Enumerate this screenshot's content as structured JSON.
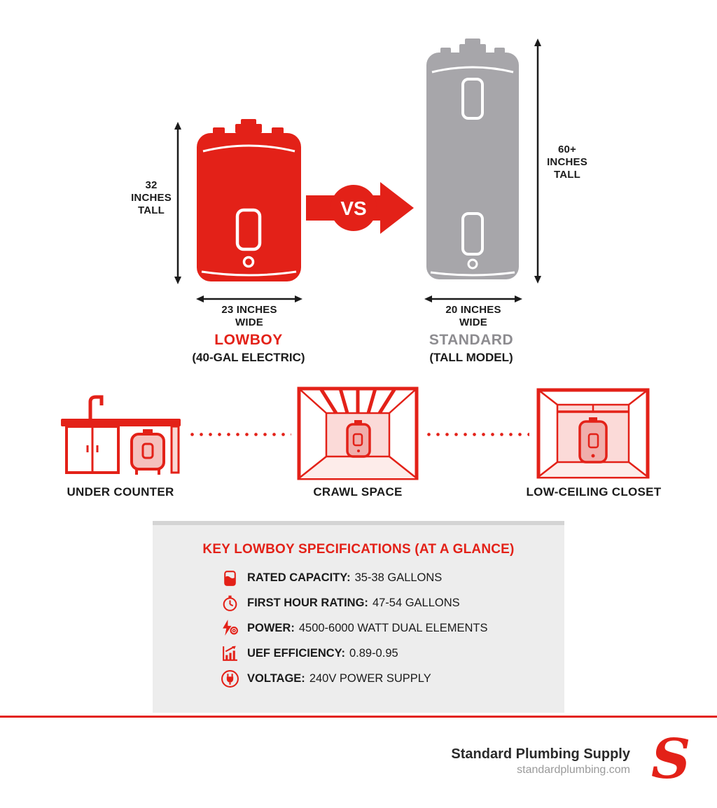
{
  "comparison": {
    "vs_label": "VS",
    "lowboy": {
      "height_label": "32 INCHES TALL",
      "width_label": "23 INCHES WIDE",
      "name": "LOWBOY",
      "subtitle": "(40-GAL ELECTRIC)"
    },
    "standard": {
      "height_label": "60+ INCHES TALL",
      "width_label": "20 INCHES WIDE",
      "name": "STANDARD",
      "subtitle": "(TALL MODEL)"
    }
  },
  "use_cases": [
    {
      "label": "UNDER COUNTER",
      "icon": "under-counter-illustration"
    },
    {
      "label": "CRAWL SPACE",
      "icon": "crawl-space-illustration"
    },
    {
      "label": "LOW-CEILING CLOSET",
      "icon": "low-ceiling-closet-illustration"
    }
  ],
  "specs": {
    "title": "KEY LOWBOY SPECIFICATIONS (AT A GLANCE)",
    "items": [
      {
        "icon": "tank-icon",
        "label": "RATED CAPACITY:",
        "value": "35-38 GALLONS"
      },
      {
        "icon": "clock-icon",
        "label": "FIRST HOUR RATING:",
        "value": "47-54 GALLONS"
      },
      {
        "icon": "lightning-icon",
        "label": "POWER:",
        "value": "4500-6000 WATT DUAL ELEMENTS"
      },
      {
        "icon": "chart-icon",
        "label": "UEF EFFICIENCY:",
        "value": "0.89-0.95"
      },
      {
        "icon": "plug-icon",
        "label": "VOLTAGE:",
        "value": "240V POWER SUPPLY"
      }
    ]
  },
  "footer": {
    "company": "Standard Plumbing Supply",
    "website": "standardplumbing.com",
    "logo_letter": "S"
  },
  "colors": {
    "brand_red": "#e32118",
    "standard_gray": "#a7a6aa",
    "text_dark": "#1b1b1b"
  }
}
